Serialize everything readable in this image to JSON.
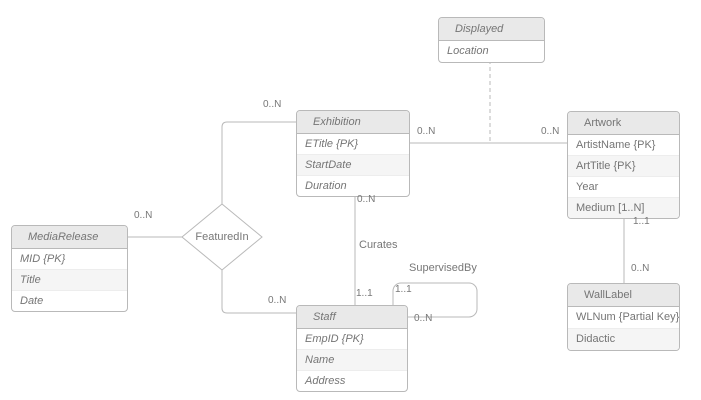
{
  "entities": {
    "displayed": {
      "title": "Displayed",
      "rows": [
        "Location"
      ]
    },
    "exhibition": {
      "title": "Exhibition",
      "rows": [
        "ETitle {PK}",
        "StartDate",
        "Duration"
      ]
    },
    "artwork": {
      "title": "Artwork",
      "rows": [
        "ArtistName {PK}",
        "ArtTitle {PK}",
        "Year",
        "Medium [1..N]"
      ]
    },
    "media_release": {
      "title": "MediaRelease",
      "rows": [
        "MID {PK}",
        "Title",
        "Date"
      ]
    },
    "staff": {
      "title": "Staff",
      "rows": [
        "EmpID {PK}",
        "Name",
        "Address"
      ]
    },
    "wall_label": {
      "title": "WallLabel",
      "rows": [
        "WLNum {Partial Key}",
        "Didactic"
      ]
    }
  },
  "relationships": {
    "featured_in": "FeaturedIn",
    "curates": "Curates",
    "supervised_by": "SupervisedBy"
  },
  "cardinalities": {
    "media_featuredin": "0..N",
    "featuredin_exhibition": "0..N",
    "featuredin_staff": "0..N",
    "exhibition_artwork_left": "0..N",
    "exhibition_artwork_right": "0..N",
    "exhibition_staff_top": "0..N",
    "exhibition_staff_bottom": "1..1",
    "staff_loop_start": "1..1",
    "staff_loop_end": "0..N",
    "artwork_walllabel_top": "1..1",
    "artwork_walllabel_bottom": "0..N"
  },
  "colors": {
    "border": "#b9b9b9",
    "header_fill": "#e9e9e9",
    "alt_row_fill": "#f5f5f5",
    "text": "#757575",
    "background": "#ffffff"
  }
}
